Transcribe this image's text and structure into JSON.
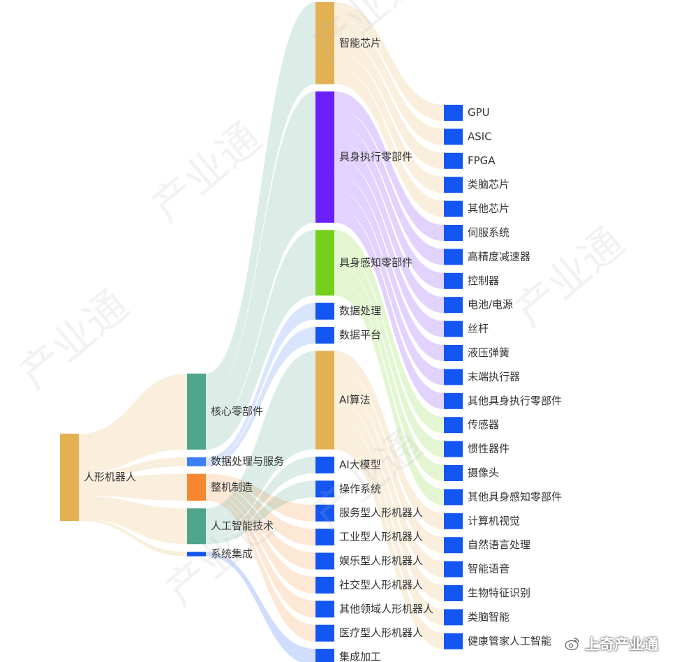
{
  "chart_data": {
    "type": "sankey",
    "colors": {
      "gold": "#E3B052",
      "green": "#4FA58B",
      "blue": "#3B7EF6",
      "orange": "#F6872E",
      "purple": "#6B1FFA",
      "lime": "#74D01B",
      "bright_blue": "#1456F2"
    },
    "nodes": [
      {
        "id": "root",
        "name": "人形机器人",
        "level": 0,
        "color": "gold"
      },
      {
        "id": "core",
        "name": "核心零部件",
        "level": 1,
        "color": "green"
      },
      {
        "id": "data",
        "name": "数据处理与服务",
        "level": 1,
        "color": "blue"
      },
      {
        "id": "whole",
        "name": "整机制造",
        "level": 1,
        "color": "orange"
      },
      {
        "id": "ai",
        "name": "人工智能技术",
        "level": 1,
        "color": "green"
      },
      {
        "id": "sys",
        "name": "系统集成",
        "level": 1,
        "color": "bright_blue"
      },
      {
        "id": "chip",
        "name": "智能芯片",
        "level": 2,
        "color": "gold"
      },
      {
        "id": "exec",
        "name": "具身执行零部件",
        "level": 2,
        "color": "purple"
      },
      {
        "id": "sense",
        "name": "具身感知零部件",
        "level": 2,
        "color": "lime"
      },
      {
        "id": "dproc",
        "name": "数据处理",
        "level": 2,
        "color": "bright_blue"
      },
      {
        "id": "dplat",
        "name": "数据平台",
        "level": 2,
        "color": "bright_blue"
      },
      {
        "id": "algo",
        "name": "AI算法",
        "level": 2,
        "color": "gold"
      },
      {
        "id": "bigm",
        "name": "AI大模型",
        "level": 2,
        "color": "bright_blue"
      },
      {
        "id": "os",
        "name": "操作系统",
        "level": 2,
        "color": "bright_blue"
      },
      {
        "id": "svc",
        "name": "服务型人形机器人",
        "level": 2,
        "color": "bright_blue"
      },
      {
        "id": "ind",
        "name": "工业型人形机器人",
        "level": 2,
        "color": "bright_blue"
      },
      {
        "id": "ent",
        "name": "娱乐型人形机器人",
        "level": 2,
        "color": "bright_blue"
      },
      {
        "id": "soc",
        "name": "社交型人形机器人",
        "level": 2,
        "color": "bright_blue"
      },
      {
        "id": "oth",
        "name": "其他领域人形机器人",
        "level": 2,
        "color": "bright_blue"
      },
      {
        "id": "med",
        "name": "医疗型人形机器人",
        "level": 2,
        "color": "bright_blue"
      },
      {
        "id": "integ",
        "name": "集成加工",
        "level": 2,
        "color": "bright_blue"
      },
      {
        "id": "gpu",
        "name": "GPU",
        "level": 3,
        "color": "bright_blue"
      },
      {
        "id": "asic",
        "name": "ASIC",
        "level": 3,
        "color": "bright_blue"
      },
      {
        "id": "fpga",
        "name": "FPGA",
        "level": 3,
        "color": "bright_blue"
      },
      {
        "id": "neuro",
        "name": "类脑芯片",
        "level": 3,
        "color": "bright_blue"
      },
      {
        "id": "ochip",
        "name": "其他芯片",
        "level": 3,
        "color": "bright_blue"
      },
      {
        "id": "servo",
        "name": "伺服系统",
        "level": 3,
        "color": "bright_blue"
      },
      {
        "id": "reducer",
        "name": "高精度减速器",
        "level": 3,
        "color": "bright_blue"
      },
      {
        "id": "ctrl",
        "name": "控制器",
        "level": 3,
        "color": "bright_blue"
      },
      {
        "id": "batt",
        "name": "电池/电源",
        "level": 3,
        "color": "bright_blue"
      },
      {
        "id": "screw",
        "name": "丝杆",
        "level": 3,
        "color": "bright_blue"
      },
      {
        "id": "hydro",
        "name": "液压弹簧",
        "level": 3,
        "color": "bright_blue"
      },
      {
        "id": "endeff",
        "name": "末端执行器",
        "level": 3,
        "color": "bright_blue"
      },
      {
        "id": "oexec",
        "name": "其他具身执行零部件",
        "level": 3,
        "color": "bright_blue"
      },
      {
        "id": "sensor",
        "name": "传感器",
        "level": 3,
        "color": "bright_blue"
      },
      {
        "id": "imu",
        "name": "惯性器件",
        "level": 3,
        "color": "bright_blue"
      },
      {
        "id": "cam",
        "name": "摄像头",
        "level": 3,
        "color": "bright_blue"
      },
      {
        "id": "osense",
        "name": "其他具身感知零部件",
        "level": 3,
        "color": "bright_blue"
      },
      {
        "id": "cv",
        "name": "计算机视觉",
        "level": 3,
        "color": "bright_blue"
      },
      {
        "id": "nlp",
        "name": "自然语言处理",
        "level": 3,
        "color": "bright_blue"
      },
      {
        "id": "voice",
        "name": "智能语音",
        "level": 3,
        "color": "bright_blue"
      },
      {
        "id": "bio",
        "name": "生物特征识别",
        "level": 3,
        "color": "bright_blue"
      },
      {
        "id": "brain",
        "name": "类脑智能",
        "level": 3,
        "color": "bright_blue"
      },
      {
        "id": "health",
        "name": "健康管家人工智能",
        "level": 3,
        "color": "bright_blue"
      }
    ],
    "links": [
      {
        "source": "root",
        "target": "core",
        "value": 14
      },
      {
        "source": "root",
        "target": "data",
        "value": 2
      },
      {
        "source": "root",
        "target": "whole",
        "value": 6
      },
      {
        "source": "root",
        "target": "ai",
        "value": 8
      },
      {
        "source": "root",
        "target": "sys",
        "value": 1
      },
      {
        "source": "core",
        "target": "chip",
        "value": 5
      },
      {
        "source": "core",
        "target": "exec",
        "value": 8
      },
      {
        "source": "core",
        "target": "sense",
        "value": 4
      },
      {
        "source": "data",
        "target": "dproc",
        "value": 1
      },
      {
        "source": "data",
        "target": "dplat",
        "value": 1
      },
      {
        "source": "whole",
        "target": "svc",
        "value": 1
      },
      {
        "source": "whole",
        "target": "ind",
        "value": 1
      },
      {
        "source": "whole",
        "target": "ent",
        "value": 1
      },
      {
        "source": "whole",
        "target": "soc",
        "value": 1
      },
      {
        "source": "whole",
        "target": "oth",
        "value": 1
      },
      {
        "source": "whole",
        "target": "med",
        "value": 1
      },
      {
        "source": "ai",
        "target": "algo",
        "value": 6
      },
      {
        "source": "ai",
        "target": "bigm",
        "value": 1
      },
      {
        "source": "ai",
        "target": "os",
        "value": 1
      },
      {
        "source": "sys",
        "target": "integ",
        "value": 1
      },
      {
        "source": "chip",
        "target": "gpu",
        "value": 1
      },
      {
        "source": "chip",
        "target": "asic",
        "value": 1
      },
      {
        "source": "chip",
        "target": "fpga",
        "value": 1
      },
      {
        "source": "chip",
        "target": "neuro",
        "value": 1
      },
      {
        "source": "chip",
        "target": "ochip",
        "value": 1
      },
      {
        "source": "exec",
        "target": "servo",
        "value": 1
      },
      {
        "source": "exec",
        "target": "reducer",
        "value": 1
      },
      {
        "source": "exec",
        "target": "ctrl",
        "value": 1
      },
      {
        "source": "exec",
        "target": "batt",
        "value": 1
      },
      {
        "source": "exec",
        "target": "screw",
        "value": 1
      },
      {
        "source": "exec",
        "target": "hydro",
        "value": 1
      },
      {
        "source": "exec",
        "target": "endeff",
        "value": 1
      },
      {
        "source": "exec",
        "target": "oexec",
        "value": 1
      },
      {
        "source": "sense",
        "target": "sensor",
        "value": 1
      },
      {
        "source": "sense",
        "target": "imu",
        "value": 1
      },
      {
        "source": "sense",
        "target": "cam",
        "value": 1
      },
      {
        "source": "sense",
        "target": "osense",
        "value": 1
      },
      {
        "source": "algo",
        "target": "cv",
        "value": 1
      },
      {
        "source": "algo",
        "target": "nlp",
        "value": 1
      },
      {
        "source": "algo",
        "target": "voice",
        "value": 1
      },
      {
        "source": "algo",
        "target": "bio",
        "value": 1
      },
      {
        "source": "algo",
        "target": "brain",
        "value": 1
      },
      {
        "source": "algo",
        "target": "health",
        "value": 1
      }
    ]
  },
  "watermark": {
    "text": "产业通",
    "logo_text": "上奇产业通",
    "logo_icon": "weibo-icon"
  }
}
